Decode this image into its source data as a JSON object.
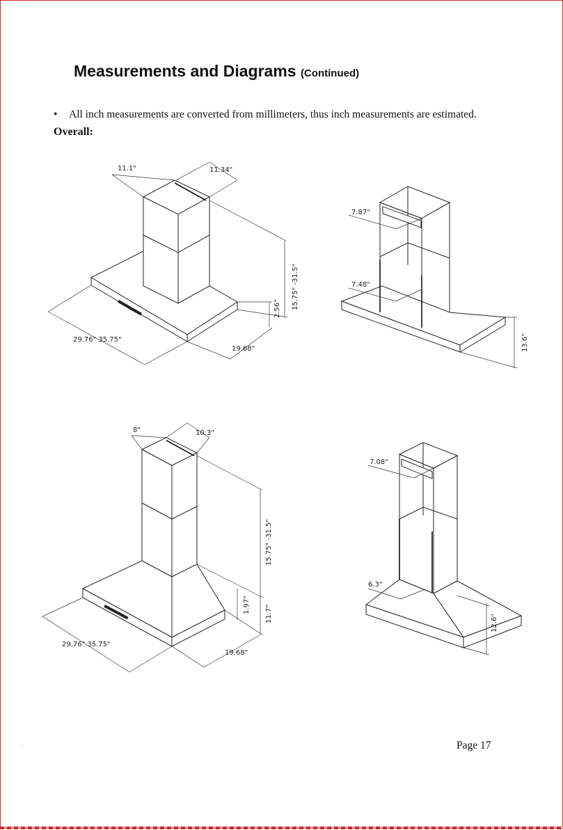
{
  "header": {
    "title": "Measurements and Diagrams",
    "title_suffix": "(Continued)"
  },
  "notes": {
    "bullet": "All inch measurements are converted from millimeters, thus inch measurements are estimated.",
    "section": "Overall:"
  },
  "figures": {
    "fig1": {
      "chimney_left": "11.1\"",
      "chimney_right": "11.34\"",
      "height_range": "15.75\" -31.5\"",
      "body_height": "2.56\"",
      "width": "29.76\" 35.75\"",
      "depth": "19.68\""
    },
    "fig2": {
      "top_bracket": "7.87\"",
      "mount_bracket": "7.48\"",
      "height": "13.6\""
    },
    "fig3": {
      "chimney_left": "8\"",
      "chimney_right": "10.3\"",
      "height_range": "15.75\" -31.5\"",
      "body_height": "1.97\"",
      "total_body": "11.7\"",
      "width": "29.76\" 35.75\"",
      "depth": "19.68\""
    },
    "fig4": {
      "top_bracket": "7.08\"",
      "mount_bracket": "6.3\"",
      "height": "12.6\""
    }
  },
  "footer": {
    "page": "Page 17"
  }
}
